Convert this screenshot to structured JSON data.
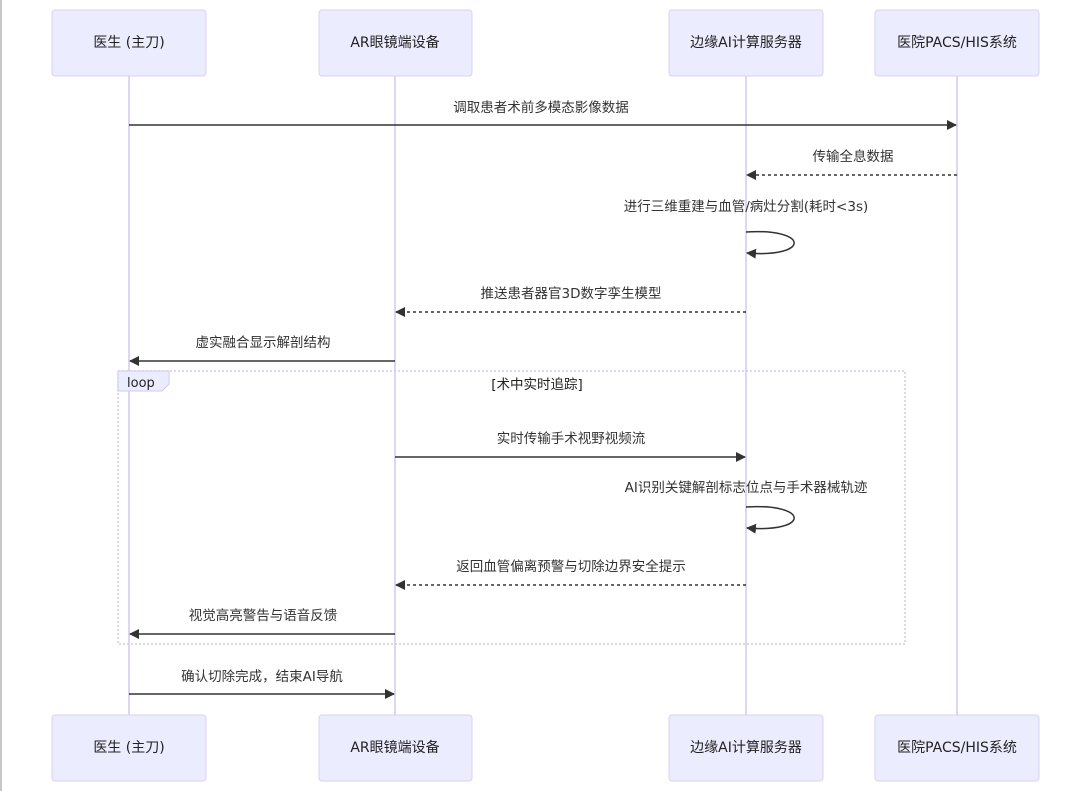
{
  "diagram": {
    "type": "sequence",
    "participants": [
      {
        "id": "doctor",
        "label": "医生 (主刀)"
      },
      {
        "id": "ar",
        "label": "AR眼镜端设备"
      },
      {
        "id": "edge",
        "label": "边缘AI计算服务器"
      },
      {
        "id": "pacs",
        "label": "医院PACS/HIS系统"
      }
    ],
    "messages": [
      {
        "from": "doctor",
        "to": "pacs",
        "label": "调取患者术前多模态影像数据",
        "style": "solid"
      },
      {
        "from": "pacs",
        "to": "edge",
        "label": "传输全息数据",
        "style": "dashed"
      },
      {
        "from": "edge",
        "to": "edge",
        "label": "进行三维重建与血管/病灶分割(耗时<3s)",
        "style": "solid"
      },
      {
        "from": "edge",
        "to": "ar",
        "label": "推送患者器官3D数字孪生模型",
        "style": "dashed"
      },
      {
        "from": "ar",
        "to": "doctor",
        "label": "虚实融合显示解剖结构",
        "style": "solid"
      },
      {
        "from": "ar",
        "to": "edge",
        "label": "实时传输手术视野视频流",
        "style": "solid",
        "in_loop": true
      },
      {
        "from": "edge",
        "to": "edge",
        "label": "AI识别关键解剖标志位点与手术器械轨迹",
        "style": "solid",
        "in_loop": true
      },
      {
        "from": "edge",
        "to": "ar",
        "label": "返回血管偏离预警与切除边界安全提示",
        "style": "dashed",
        "in_loop": true
      },
      {
        "from": "ar",
        "to": "doctor",
        "label": "视觉高亮警告与语音反馈",
        "style": "solid",
        "in_loop": true
      },
      {
        "from": "doctor",
        "to": "ar",
        "label": "确认切除完成，结束AI导航",
        "style": "solid"
      }
    ],
    "loop": {
      "keyword": "loop",
      "condition": "[术中实时追踪]"
    }
  }
}
